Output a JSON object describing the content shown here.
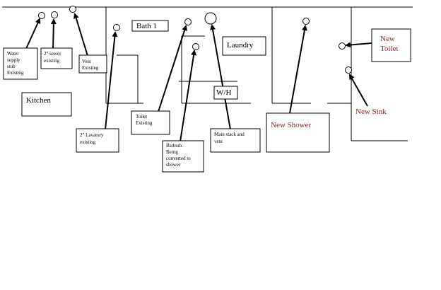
{
  "rooms": {
    "kitchen": "Kitchen",
    "bath": "Bath 1",
    "laundry": "Laundry",
    "water_heater": "W/H"
  },
  "notes": {
    "water_supply": [
      "Water",
      "supply",
      "stub",
      "Existing"
    ],
    "sewer": [
      "2\" sewer",
      "existing"
    ],
    "vent": [
      "Vent",
      "Existing"
    ],
    "lavatory": [
      "2\" Lavatory",
      "existing"
    ],
    "toilet": [
      "Toilet",
      "Existing"
    ],
    "bathtub": [
      "Bathtub.",
      "Being",
      "converted to",
      "shower"
    ],
    "main_stack": [
      "Main stack and",
      "vent"
    ]
  },
  "new_items": {
    "shower": "New Shower",
    "toilet": [
      "New",
      "Toilet"
    ],
    "sink": "New Sink"
  },
  "colors": {
    "line": "#000000",
    "new_label": "#9b1c1c"
  }
}
